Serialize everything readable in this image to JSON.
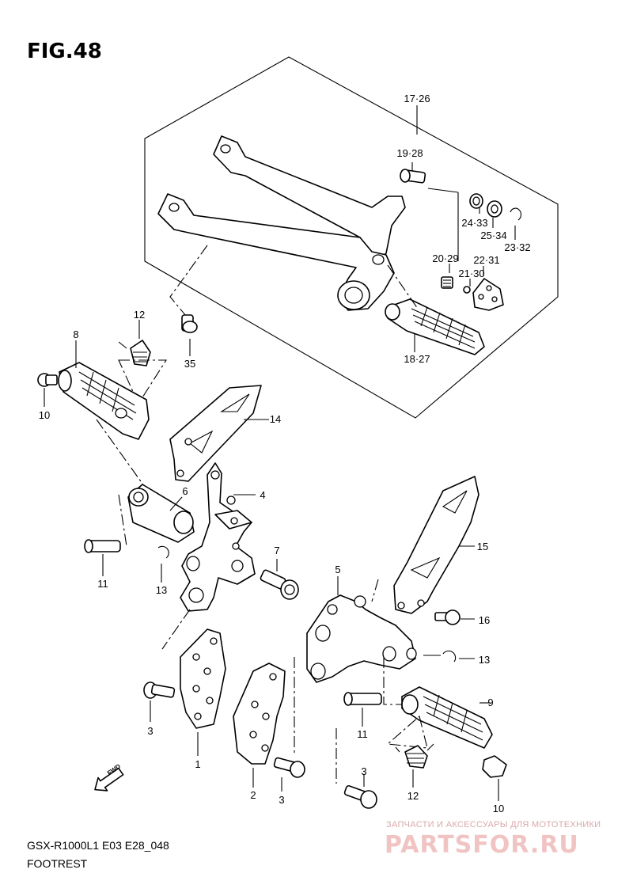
{
  "figure": {
    "title": "FIG.48"
  },
  "diagram": {
    "part_labels": {
      "p17_26": "17·26",
      "p19_28": "19·28",
      "p24_33": "24·33",
      "p25_34": "25·34",
      "p23_32": "23·32",
      "p20_29": "20·29",
      "p22_31": "22·31",
      "p21_30": "21·30",
      "p18_27": "18·27",
      "p12_top": "12",
      "p35": "35",
      "p8": "8",
      "p10_left": "10",
      "p14": "14",
      "p6": "6",
      "p4": "4",
      "p11_left": "11",
      "p13_left": "13",
      "p7": "7",
      "p5": "5",
      "p15": "15",
      "p16": "16",
      "p13_right": "13",
      "p9": "9",
      "p3_left": "3",
      "p1": "1",
      "p11_right": "11",
      "p3_right": "3",
      "p2": "2",
      "p3_mid": "3",
      "p12_bottom": "12",
      "p10_right": "10"
    },
    "fwd_arrow_label": "FWD"
  },
  "footer": {
    "model_code": "GSX-R1000L1 E03 E28_048",
    "section": "FOOTREST"
  },
  "watermark": {
    "caption": "ЗАПЧАСТИ И АКСЕССУАРЫ ДЛЯ МОТОТЕХНИКИ",
    "brand": "PARTSFOR.RU"
  }
}
